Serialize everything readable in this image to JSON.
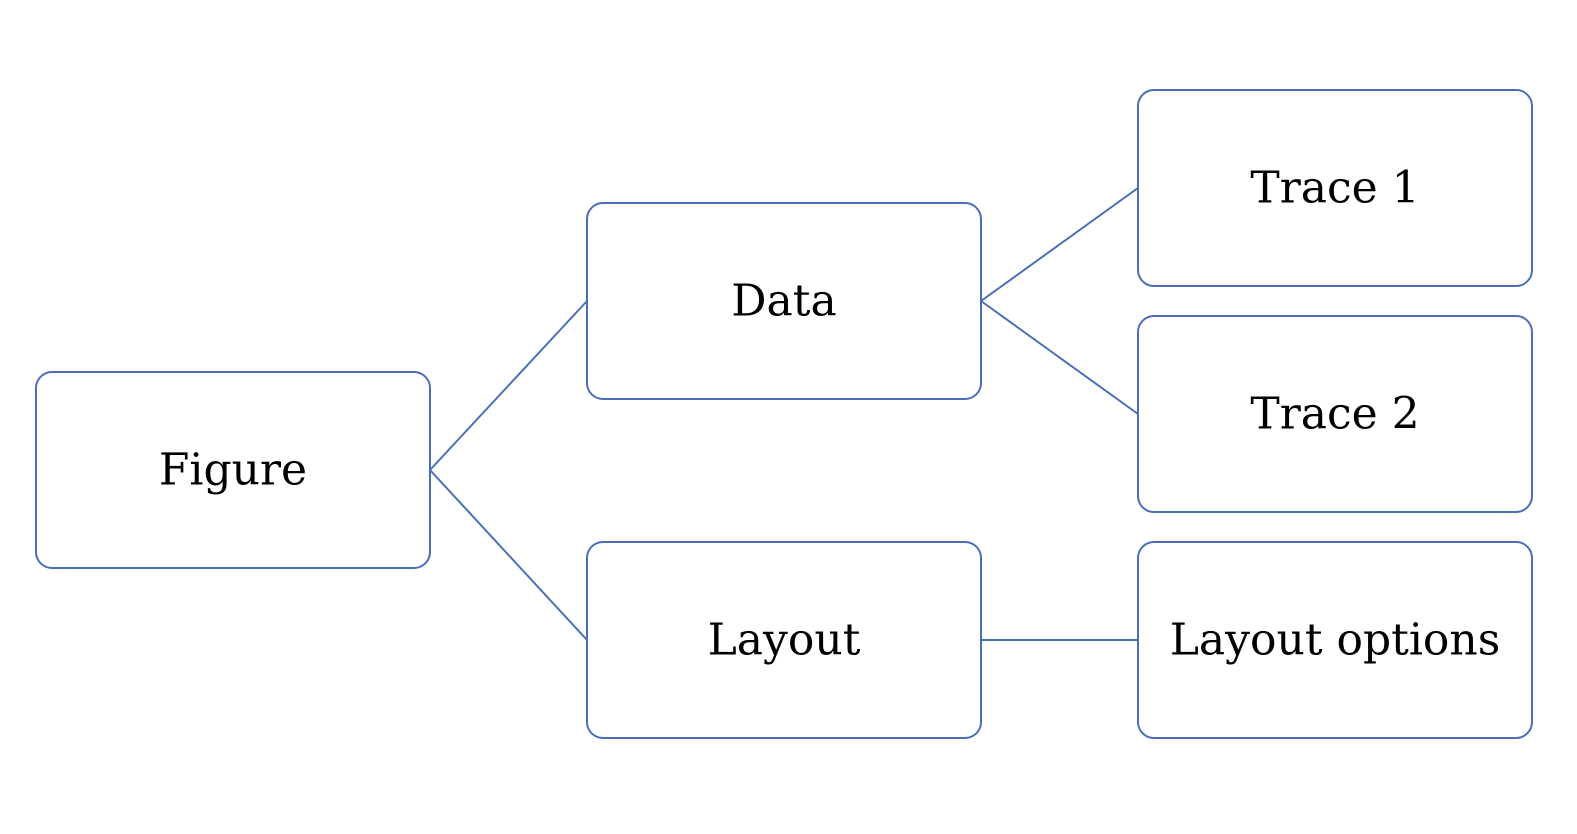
{
  "colors": {
    "stroke": "#4a6fb8",
    "text": "#000000",
    "background": "#ffffff"
  },
  "nodes": {
    "figure": "Figure",
    "data": "Data",
    "layout": "Layout",
    "trace1": "Trace 1",
    "trace2": "Trace 2",
    "layout_options": "Layout options"
  },
  "edges": [
    [
      "figure",
      "data"
    ],
    [
      "figure",
      "layout"
    ],
    [
      "data",
      "trace1"
    ],
    [
      "data",
      "trace2"
    ],
    [
      "layout",
      "layout_options"
    ]
  ]
}
